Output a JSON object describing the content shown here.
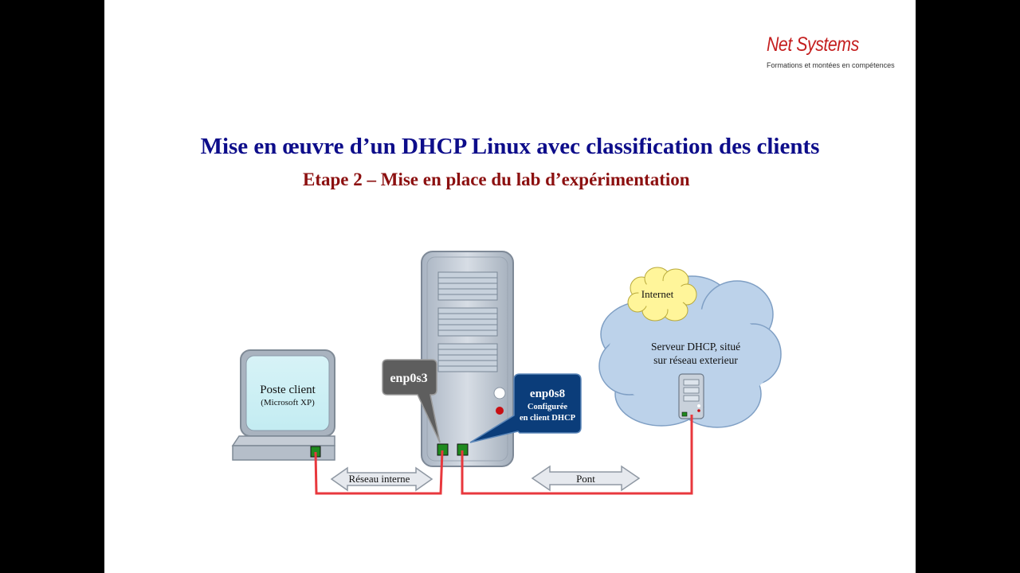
{
  "logo": {
    "name": "Net Systems",
    "tagline": "Formations et montées en compétences"
  },
  "header": {
    "title": "Mise en œuvre d’un DHCP Linux avec classification des clients",
    "subtitle": "Etape 2 – Mise en place du lab d’expérimentation"
  },
  "diagram": {
    "client": {
      "label": "Poste client",
      "os": "(Microsoft XP)"
    },
    "iface1": {
      "name": "enp0s3"
    },
    "iface2": {
      "name": "enp0s8",
      "note_line1": "Configurée",
      "note_line2": "en client DHCP"
    },
    "cloud": {
      "internet": "Internet",
      "server_line1": "Serveur DHCP, situé",
      "server_line2": "sur réseau exterieur"
    },
    "links": {
      "internal": "Réseau interne",
      "bridge": "Pont"
    },
    "colors": {
      "cable": "#e8383d",
      "port": "#1f8a1f",
      "cloud": "#bcd2ea",
      "internet_cloud": "#fff59a",
      "callout_dark": "#5e5e5e",
      "callout_blue": "#0b3d7a"
    }
  }
}
